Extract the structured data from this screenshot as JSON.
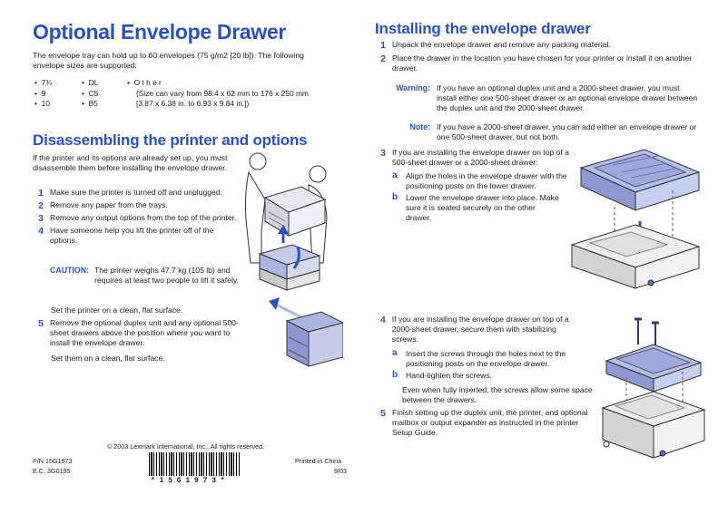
{
  "left": {
    "title": "Optional Envelope Drawer",
    "intro": "The envelope tray can hold up to 60 envelopes (75 g/m2 [20 lb]). The following envelope sizes are supported:",
    "sizes_col1": [
      "7¾",
      "9",
      "10"
    ],
    "sizes_col2": [
      "DL",
      "C5",
      "B5"
    ],
    "size_other": "O t h e r",
    "size_other_note_1": "(Size can vary from 98.4 x 62 mm to 176 x 250 mm",
    "size_other_note_2": "[3.87 x 6.38 in. to 6.93 x 9.84 in.])",
    "disassembly": {
      "title": "Disassembling the printer and options",
      "intro": "If the printer and its options are already set up, you must disassemble them before installing the envelope drawer.",
      "steps": [
        {
          "num": "1",
          "text": "Make sure the printer is turned off and unplugged."
        },
        {
          "num": "2",
          "text": "Remove any paper from the trays."
        },
        {
          "num": "3",
          "text": "Remove any output options from the top of the printer."
        },
        {
          "num": "4",
          "text": "Have someone help you lift the printer off of the options."
        }
      ],
      "caution_label": "CAUTION:",
      "caution_text": "The printer weighs 47.7 kg (105 lb) and requires at least two people to lift it safely.",
      "set_printer": "Set the printer on a clean, flat surface.",
      "step5_num": "5",
      "step5_text": "Remove the optional duplex unit and any optional 500-sheet drawers above the position where you want to install the envelope drawer.",
      "set_them": "Set them on a clean, flat surface."
    }
  },
  "right": {
    "title": "Installing the envelope drawer",
    "steps": [
      {
        "num": "1",
        "text": "Unpack the envelope drawer and remove any packing material."
      },
      {
        "num": "2",
        "text": "Place the drawer in the location you have chosen for your printer or install it on another drawer."
      }
    ],
    "warning_label": "Warning:",
    "warning_text": "If you have an optional duplex unit and a 2000-sheet drawer, you must install either one 500-sheet drawer or an optional envelope drawer between the duplex unit and the 2000-sheet drawer.",
    "note_label": "Note:",
    "note_text": "If you have a 2000-sheet drawer, you can add either an envelope drawer or one 500-sheet drawer, but not both.",
    "step3_num": "3",
    "step3_text": "If you are installing the envelope drawer on top of a 500-sheet drawer or a 2000-sheet drawer:",
    "step3a_label": "a",
    "step3a_text": "Align the holes in the envelope drawer with the positioning posts on the lower drawer.",
    "step3b_label": "b",
    "step3b_text": "Lower the envelope drawer into place. Make sure it is seated securely on the other drawer.",
    "step4_num": "4",
    "step4_text": "If you are installing the envelope drawer on top of a 2000-sheet drawer, secure them with stabilizing screws.",
    "step4a_label": "a",
    "step4a_text": "Insert the screws through the holes next to the positioning posts on the envelope drawer.",
    "step4b_label": "b",
    "step4b_text": "Hand-tighten the screws.",
    "step4_note": "Even when fully inserted, the screws allow some space between the drawers.",
    "step5_num": "5",
    "step5_text": "Finish setting up the duplex unit, the printer, and optional mailbox or output expander as instructed in the printer Setup Guide."
  },
  "footer": {
    "copyright": "© 2003 Lexmark International, Inc., All rights reserved.",
    "pn": "P/N 15G1973",
    "ec": "E.C. 3G0195",
    "barcode_text": "* 1 5 G 1 9 7 3 *",
    "printed": "Printed in China",
    "date": "9/03"
  },
  "colors": {
    "accent": "#2a52be",
    "drawer": "#a8b4e6",
    "drawer_dark": "#5b6bb8"
  }
}
